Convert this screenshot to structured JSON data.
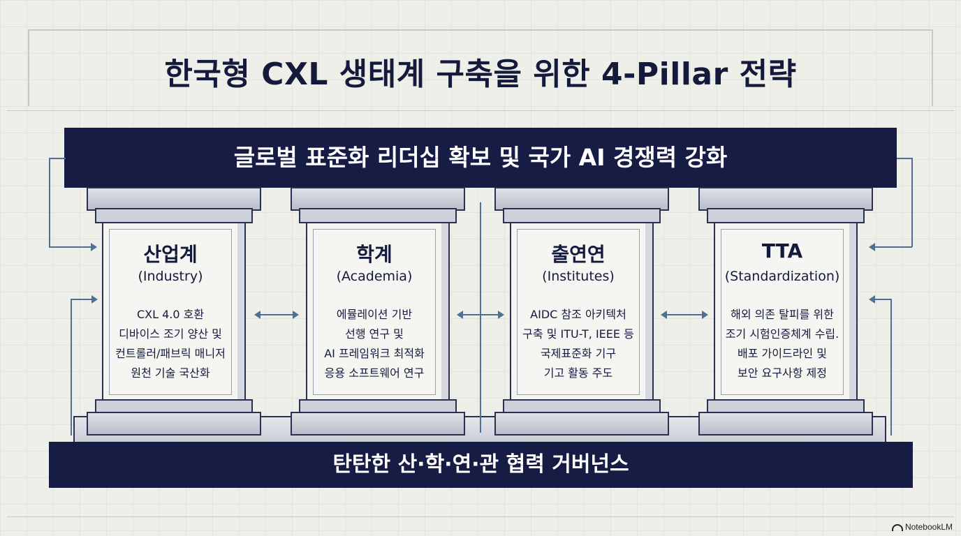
{
  "title": "한국형 CXL 생태계 구축을 위한 4-Pillar 전략",
  "top_banner": "글로벌 표준화 리더십 확보 및 국가 AI 경쟁력 강화",
  "bottom_banner": "탄탄한 산·학·연·관 협력 거버넌스",
  "pillars": [
    {
      "title": "산업계",
      "subtitle": "(Industry)",
      "description": "CXL 4.0 호환\n디바이스 조기 양산 및\n컨트롤러/패브릭 매니저\n원천 기술 국산화"
    },
    {
      "title": "학계",
      "subtitle": "(Academia)",
      "description": "에뮬레이션 기반\n선행 연구 및\nAI 프레임워크 최적화\n응용 소프트웨어 연구"
    },
    {
      "title": "출연연",
      "subtitle": "(Institutes)",
      "description": "AIDC 참조 아키텍처\n구축 및 ITU-T, IEEE 등\n국제표준화 기구\n기고 활동 주도"
    },
    {
      "title": "TTA",
      "subtitle": "(Standardization)",
      "description": "해외 의존 탈피를 위한\n조기 시험인증체계 수립.\n배포 가이드라인 및\n보안 요구사항 제정"
    }
  ],
  "watermark": "NotebookLM",
  "colors": {
    "banner": "#171c45",
    "arrow": "#4f6f95",
    "text": "#141a3c"
  }
}
